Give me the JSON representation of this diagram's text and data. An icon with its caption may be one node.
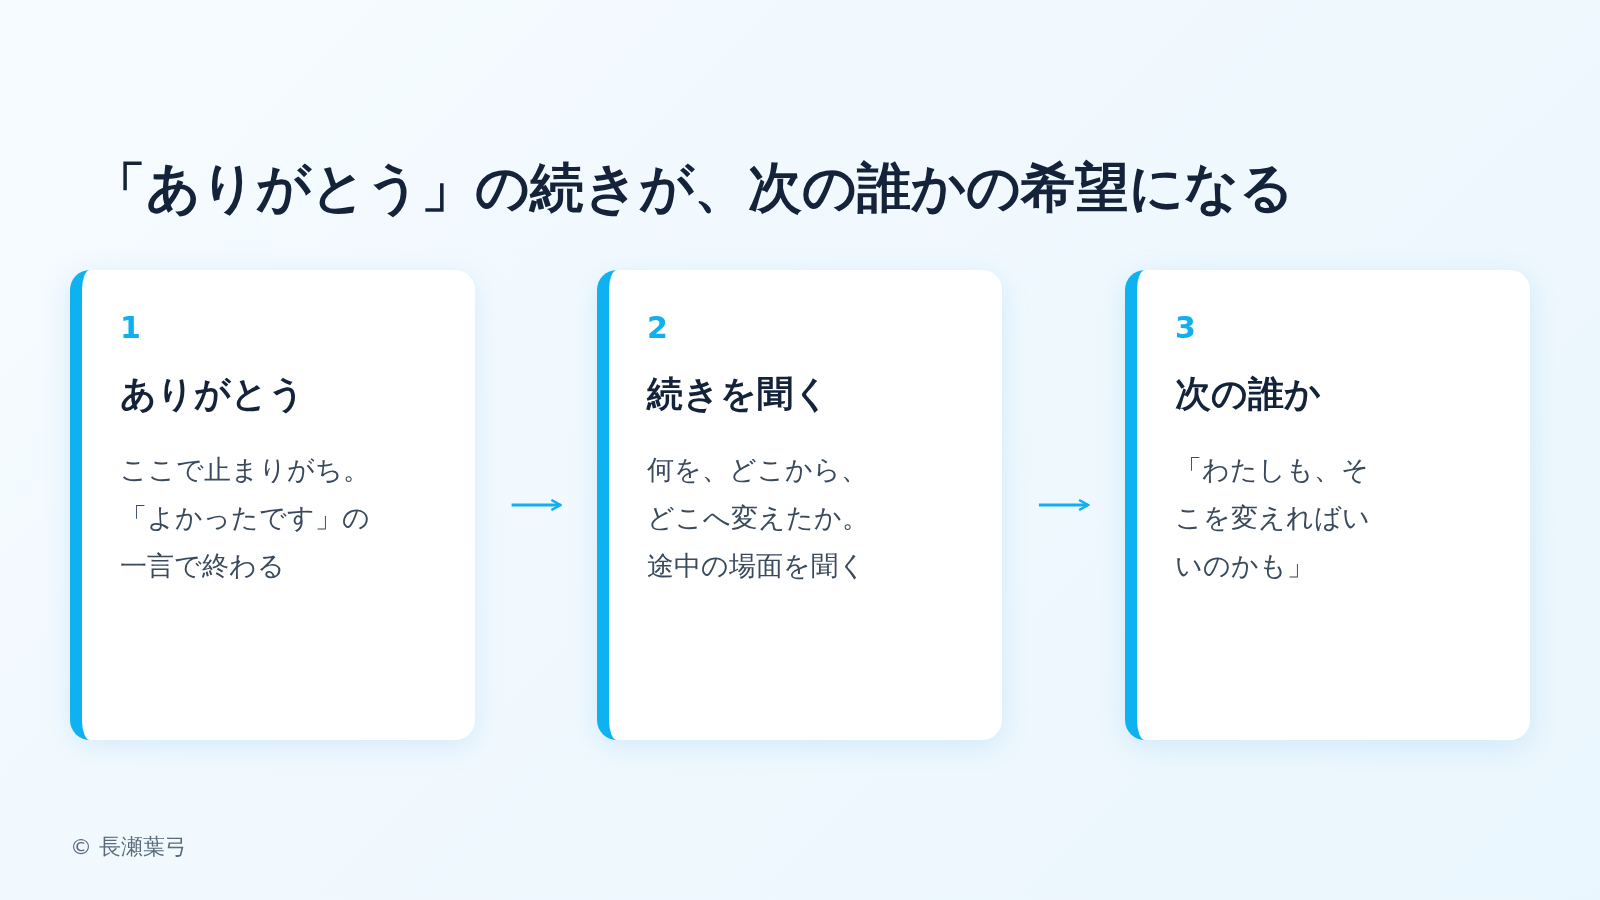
{
  "diagram": {
    "title": "「ありがとう」の続きが、**次の誰かの希望**になる",
    "nodes": [
      {
        "text": [
          "1",
          "ありがとう",
          "ここで止まりがち。「よかったです」の一言で終わる"
        ]
      },
      {
        "text": [
          "2",
          "続きを聞く",
          "何を、どこから、どこへ変えたか。途中の場面を聞く"
        ]
      },
      {
        "text": [
          "3",
          "次の誰か",
          "「わたしも、そこを変えればいいのかも」"
        ]
      }
    ],
    "edges": [
      {
        "from": 0,
        "to": 1,
        "arrow": "to"
      },
      {
        "from": 1,
        "to": 2,
        "arrow": "to"
      }
    ],
    "labels": [
      "© 長瀬葉弓"
    ]
  }
}
